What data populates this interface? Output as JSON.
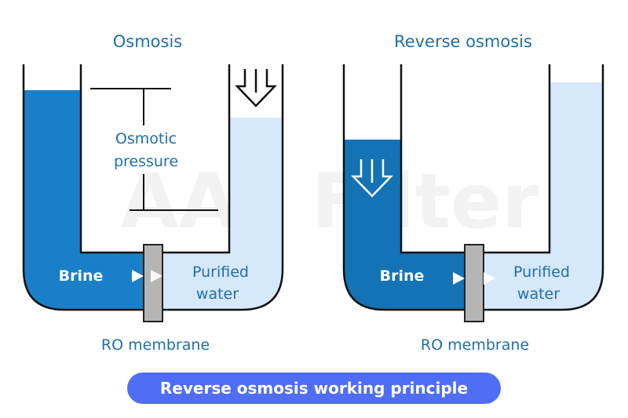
{
  "left": {
    "title": "Osmosis",
    "pressure_label": [
      "Osmotic",
      "pressure"
    ],
    "brine_label": "Brine",
    "purified_label": [
      "Purified",
      "water"
    ],
    "membrane_label": "RO membrane"
  },
  "right": {
    "title": "Reverse osmosis",
    "brine_label": "Brine",
    "purified_label": [
      "Purified",
      "water"
    ],
    "membrane_label": "RO membrane"
  },
  "watermark": "AAL Filter",
  "caption": "Reverse osmosis working principle",
  "colors": {
    "brine": "#1a7fc9",
    "brine_dark": "#1473b5",
    "purified": "#d6e8fb",
    "text_blue": "#1f6fa8",
    "caption_bg": "#4f6ef5",
    "membrane": "#b5b5b5"
  }
}
